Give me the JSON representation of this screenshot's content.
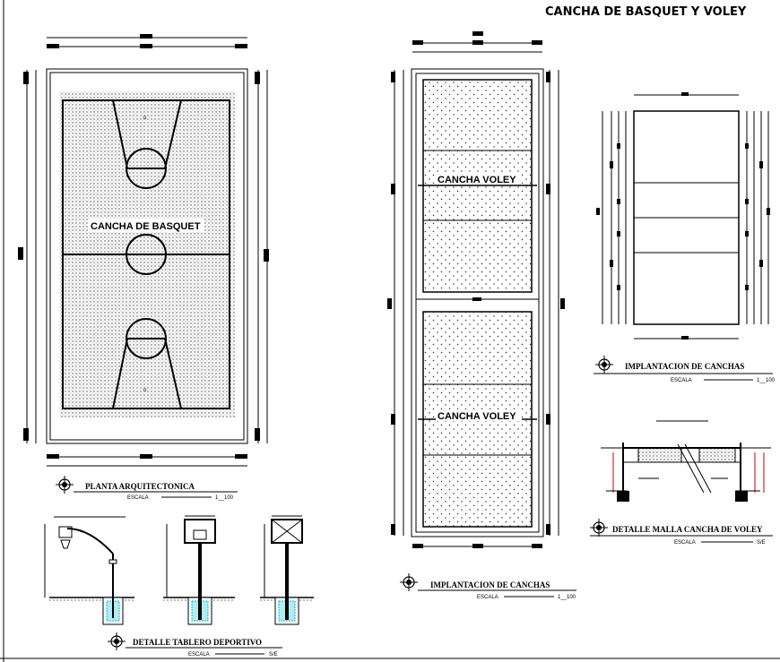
{
  "sheet_title": "CANCHA DE BASQUET Y VOLEY",
  "drawings": {
    "basketball": {
      "court_label": "CANCHA DE BASQUET",
      "caption": "PLANTA ARQUITECTONICA",
      "scale_label": "ESCALA",
      "scale_value": "1__100"
    },
    "volley_plan": {
      "court_label_top": "CANCHA VOLEY",
      "court_label_bottom": "CANCHA VOLEY",
      "caption": "IMPLANTACION DE CANCHAS",
      "scale_label": "ESCALA",
      "scale_value": "1__100"
    },
    "small_plan": {
      "caption": "IMPLANTACION DE CANCHAS",
      "scale_label": "ESCALA",
      "scale_value": "1__100"
    },
    "net_detail": {
      "caption": "DETALLE MALLA CANCHA DE VOLEY",
      "scale_label": "ESCALA",
      "scale_value": "S/E"
    },
    "board_detail": {
      "caption": "DETALLE TABLERO DEPORTIVO",
      "scale_label": "ESCALA",
      "scale_value": "S/E"
    }
  },
  "colors": {
    "line": "#000000",
    "hatch": "#555555",
    "accent": "#00bcd4",
    "detail_red": "#cc0000"
  }
}
